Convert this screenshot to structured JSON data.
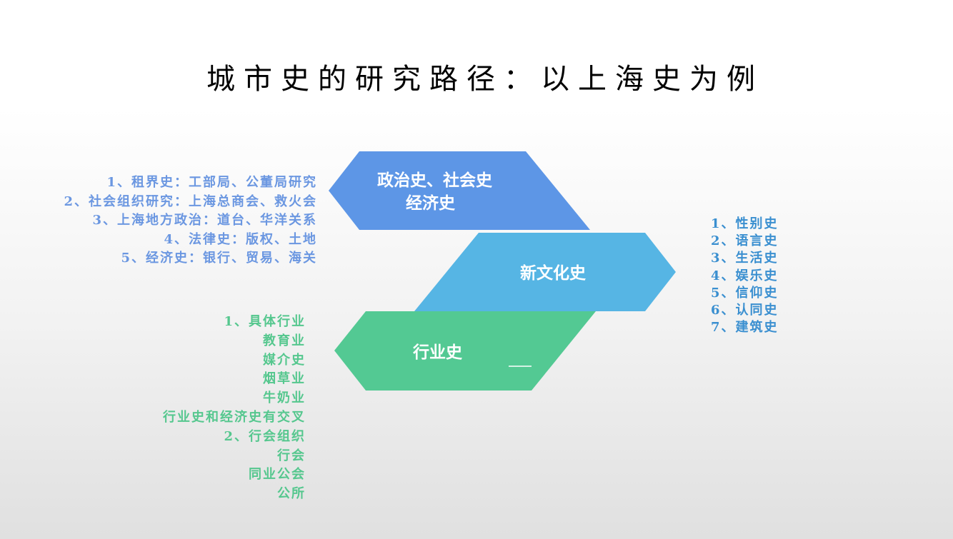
{
  "title": "城市史的研究路径：以上海史为例",
  "colors": {
    "political": "#5d96e6",
    "culture": "#56b5e4",
    "industry": "#53c993"
  },
  "shapes": {
    "political": [
      "政治史、社会史",
      "经济史"
    ],
    "culture": "新文化史",
    "industry": "行业史"
  },
  "political_list": [
    "1、租界史：工部局、公董局研究",
    "2、社会组织研究：上海总商会、救火会",
    "3、上海地方政治：道台、华洋关系",
    "4、法律史：版权、土地",
    "5、经济史：银行、贸易、海关"
  ],
  "culture_list": [
    "1、性别史",
    "2、语言史",
    "3、生活史",
    "4、娱乐史",
    "5、信仰史",
    "6、认同史",
    "7、建筑史"
  ],
  "industry_list": [
    "1、具体行业",
    "教育业",
    "媒介史",
    "烟草业",
    "牛奶业",
    "行业史和经济史有交叉",
    "2、行会组织",
    "行会",
    "同业公会",
    "公所"
  ]
}
